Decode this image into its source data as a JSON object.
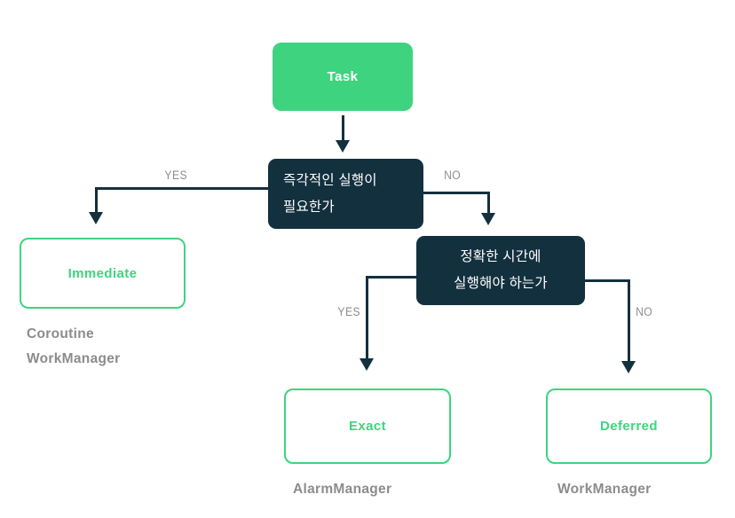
{
  "colors": {
    "green": "#3ed47f",
    "dark_navy": "#13303e",
    "gray_text": "#8c8c8c",
    "background": "#ffffff"
  },
  "diagram": {
    "task": {
      "label": "Task"
    },
    "q1": {
      "line1": "즉각적인 실행이",
      "line2": "필요한가"
    },
    "q2": {
      "line1": "정확한 시간에",
      "line2": "실행해야 하는가"
    },
    "branches": {
      "q1_yes": "YES",
      "q1_no": "NO",
      "q2_yes": "YES",
      "q2_no": "NO"
    },
    "immediate": {
      "label": "Immediate",
      "caption_line1": "Coroutine",
      "caption_line2": "WorkManager"
    },
    "exact": {
      "label": "Exact",
      "caption": "AlarmManager"
    },
    "deferred": {
      "label": "Deferred",
      "caption": "WorkManager"
    }
  }
}
